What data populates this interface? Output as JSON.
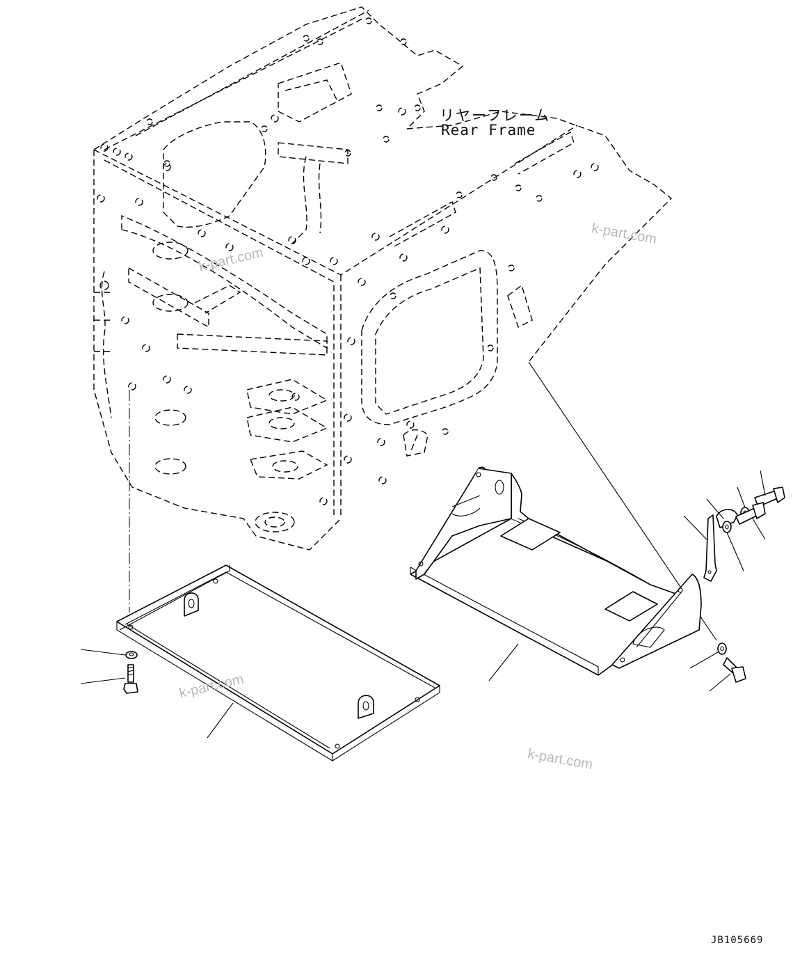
{
  "frame_label": {
    "japanese": "リヤーフレーム",
    "english": "Rear Frame"
  },
  "watermarks": [
    "k-part.com",
    "k-part.com",
    "k-part.com",
    "k-part.com"
  ],
  "drawing_id": "JB105669"
}
